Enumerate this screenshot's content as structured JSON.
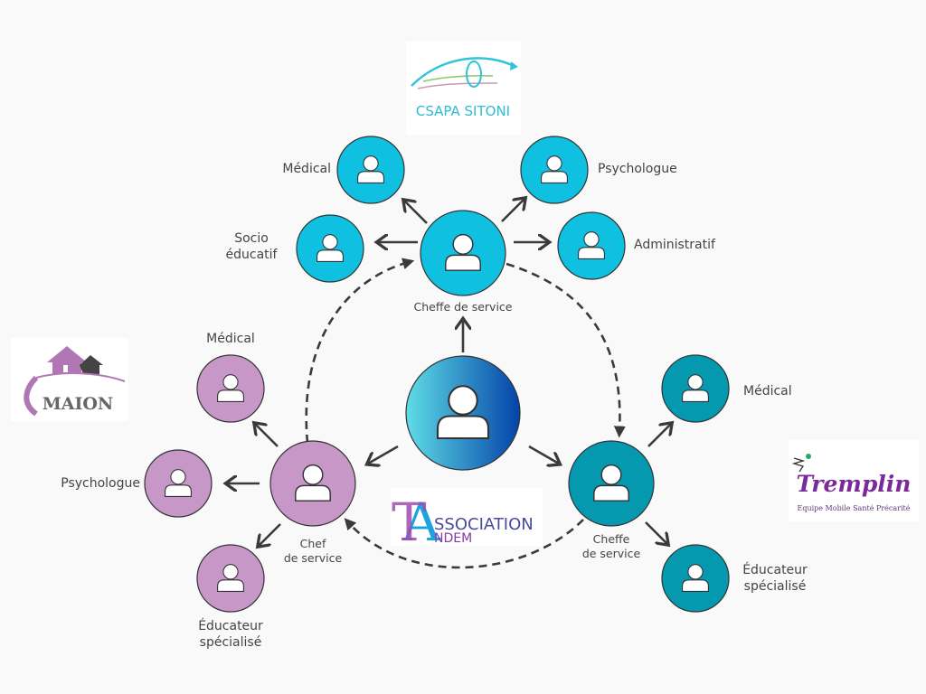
{
  "colors": {
    "background": "#f9f9f9",
    "csapa": "#0fc0e0",
    "maion": "#c797c8",
    "tremplin": "#0599b0",
    "arrow": "#3a3a3a",
    "center_gradient_start": "#5fdde6",
    "center_gradient_end": "#0443a8"
  },
  "center": {
    "icon": "person-icon"
  },
  "groups": {
    "csapa": {
      "logo_text": "CSAPA SITONI",
      "head_label": "Cheffe de service",
      "members": [
        "Médical",
        "Socio éducatif",
        "Psychologue",
        "Administratif"
      ],
      "socio_line1": "Socio",
      "socio_line2": "éducatif"
    },
    "maion": {
      "logo_text": "MAION",
      "head_label_line1": "Chef",
      "head_label_line2": "de service",
      "members": [
        "Médical",
        "Psychologue"
      ],
      "educ_line1": "Éducateur",
      "educ_line2": "spécialisé"
    },
    "tremplin": {
      "logo_text": "Tremplin",
      "logo_subtitle": "Equipe Mobile Santé Précarité",
      "head_label_line1": "Cheffe",
      "head_label_line2": "de service",
      "members": [
        "Médical"
      ],
      "educ_line1": "Éducateur",
      "educ_line2": "spécialisé"
    }
  },
  "tandem": {
    "letters": "TA",
    "line1": "SSOCIATION",
    "line2": "NDEM"
  }
}
